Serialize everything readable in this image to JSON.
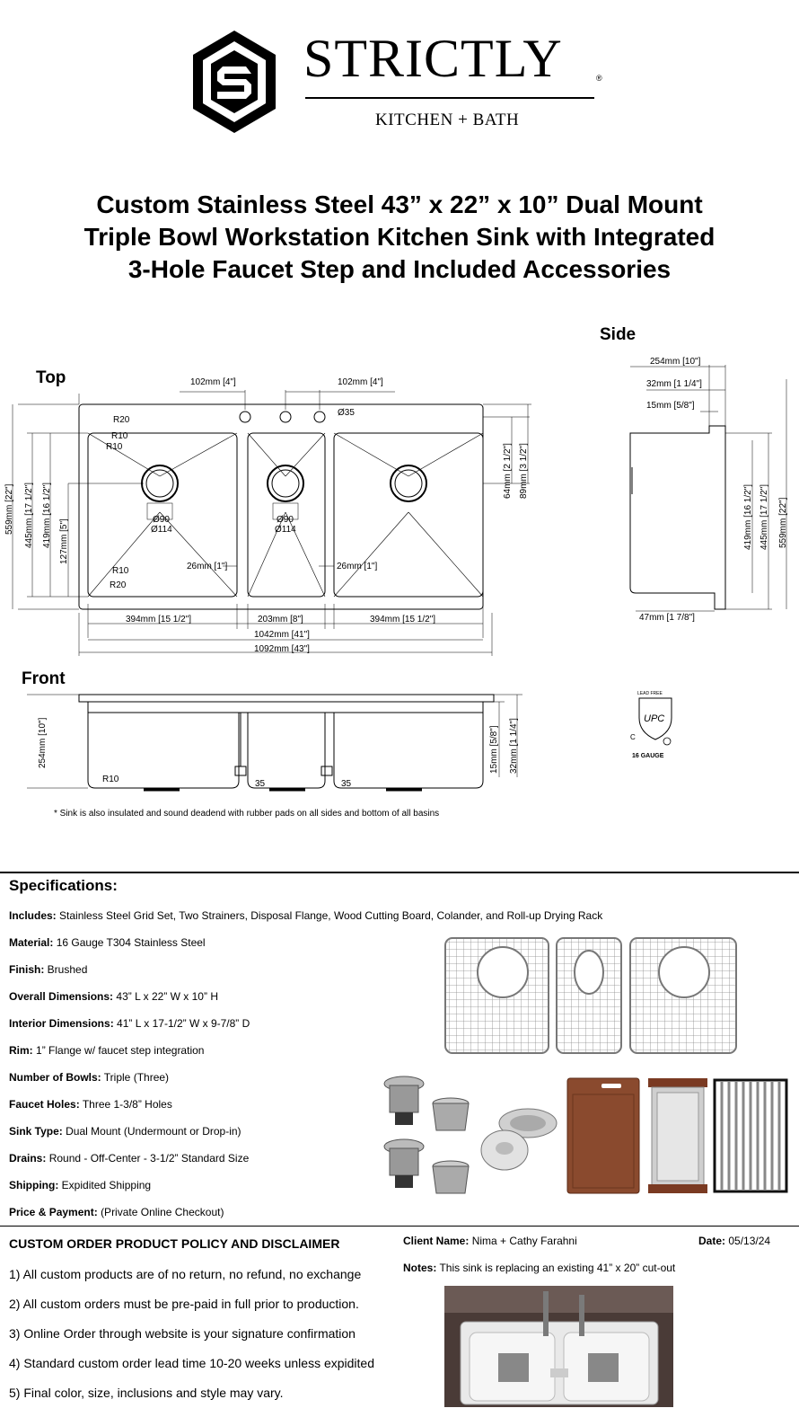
{
  "brand": {
    "name": "STRICTLY",
    "registered": "®",
    "tagline": "KITCHEN + BATH"
  },
  "title_lines": [
    "Custom Stainless Steel 43” x 22” x 10” Dual Mount",
    "Triple Bowl Workstation Kitchen Sink with Integrated",
    "3-Hole Faucet Step and Included Accessories"
  ],
  "drawing": {
    "top_label": "Top",
    "side_label": "Side",
    "front_label": "Front",
    "top_dims": {
      "faucet_spacing_left": "102mm [4\"]",
      "faucet_spacing_right": "102mm [4\"]",
      "r20_top": "R20",
      "r10_a": "R10",
      "r10_b": "R10",
      "r10_c": "R10",
      "r20_bottom": "R20",
      "hole_dia": "Ø35",
      "height_total": "559mm [22\"]",
      "height_outer": "445mm [17 1/2\"]",
      "height_inner": "419mm [16 1/2\"]",
      "drain_offset": "127mm [5\"]",
      "drain1_inner": "Ø90",
      "drain1_outer": "Ø114",
      "drain2_inner": "Ø90",
      "drain2_outer": "Ø114",
      "divider_left": "26mm [1\"]",
      "divider_right": "26mm [1\"]",
      "deck_inner": "64mm [2 1/2\"]",
      "deck_outer": "89mm [3 1/2\"]",
      "bowl_left": "394mm [15 1/2\"]",
      "bowl_mid": "203mm [8\"]",
      "bowl_right": "394mm [15 1/2\"]",
      "interior_len": "1042mm [41\"]",
      "overall_len": "1092mm [43\"]"
    },
    "side_dims": {
      "depth": "254mm [10\"]",
      "flange": "32mm [1 1/4\"]",
      "lip": "15mm [5/8\"]",
      "inner": "419mm [16 1/2\"]",
      "outer": "445mm [17 1/2\"]",
      "total": "559mm [22\"]",
      "bottom": "47mm [1 7/8\"]"
    },
    "front_dims": {
      "height": "254mm [10\"]",
      "r10": "R10",
      "gap_a": "35",
      "gap_b": "35",
      "lip": "15mm [5/8\"]",
      "flange": "32mm [1 1/4\"]"
    },
    "cert": {
      "top_text": "LEAD FREE",
      "mark": "UPC",
      "left_letter": "C",
      "gauge": "16 GAUGE"
    },
    "footnote": "* Sink is also insulated and sound deadend with rubber pads on all sides and bottom of all basins"
  },
  "specifications": {
    "heading": "Specifications:",
    "rows": [
      {
        "label": "Includes:",
        "value": "Stainless Steel Grid Set, Two Strainers, Disposal Flange, Wood Cutting Board, Colander, and Roll-up Drying Rack"
      },
      {
        "label": "Material:",
        "value": "16 Gauge T304 Stainless Steel"
      },
      {
        "label": "Finish:",
        "value": "Brushed"
      },
      {
        "label": "Overall Dimensions:",
        "value": "43” L x 22” W x 10” H"
      },
      {
        "label": "Interior Dimensions:",
        "value": "41” L x 17-1/2” W x 9-7/8” D"
      },
      {
        "label": "Rim:",
        "value": "1” Flange w/ faucet step integration"
      },
      {
        "label": "Number of Bowls:",
        "value": "Triple (Three)"
      },
      {
        "label": "Faucet Holes:",
        "value": "Three 1-3/8” Holes"
      },
      {
        "label": "Sink Type:",
        "value": "Dual Mount (Undermount or Drop-in)"
      },
      {
        "label": "Drains:",
        "value": "Round - Off-Center - 3-1/2” Standard Size"
      },
      {
        "label": "Shipping:",
        "value": "Expidited Shipping"
      },
      {
        "label": "Price & Payment:",
        "value": "(Private Online Checkout)"
      }
    ]
  },
  "policy": {
    "title": "CUSTOM ORDER PRODUCT POLICY AND DISCLAIMER",
    "items": [
      "1) All custom products are of no return, no refund, no exchange",
      "2) All custom orders must be pre-paid in full prior to production.",
      "3) Online Order through website is your signature confirmation",
      "4) Standard custom order lead time 10-20 weeks unless expidited",
      "5) Final color, size, inclusions and style may vary."
    ]
  },
  "client": {
    "name_label": "Client Name:",
    "name_value": "Nima + Cathy Farahni",
    "date_label": "Date:",
    "date_value": "05/13/24",
    "notes_label": "Notes:",
    "notes_value": "This sink is replacing an existing 41” x 20” cut-out"
  }
}
